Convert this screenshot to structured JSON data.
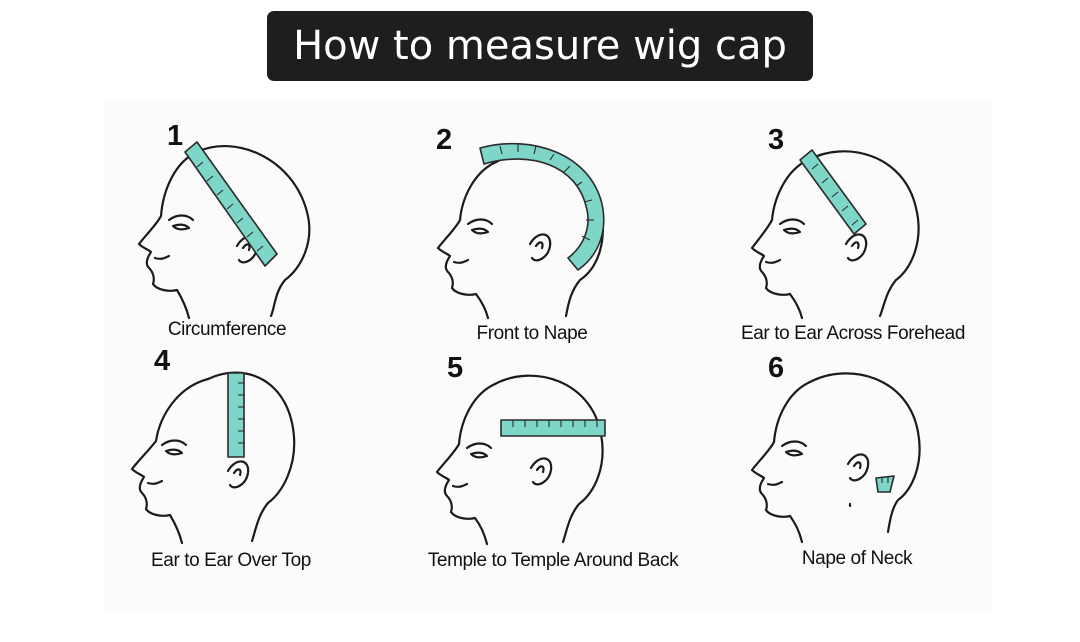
{
  "title": "How to measure wig cap",
  "colors": {
    "tape": "#7dd6c8",
    "title_background": "#1e1e1e",
    "title_text": "#ffffff"
  },
  "steps": [
    {
      "number": "1",
      "label": "Circumference"
    },
    {
      "number": "2",
      "label": "Front to Nape"
    },
    {
      "number": "3",
      "label": "Ear to Ear Across Forehead"
    },
    {
      "number": "4",
      "label": "Ear to Ear Over Top"
    },
    {
      "number": "5",
      "label": "Temple to Temple Around Back"
    },
    {
      "number": "6",
      "label": "Nape of Neck"
    }
  ]
}
